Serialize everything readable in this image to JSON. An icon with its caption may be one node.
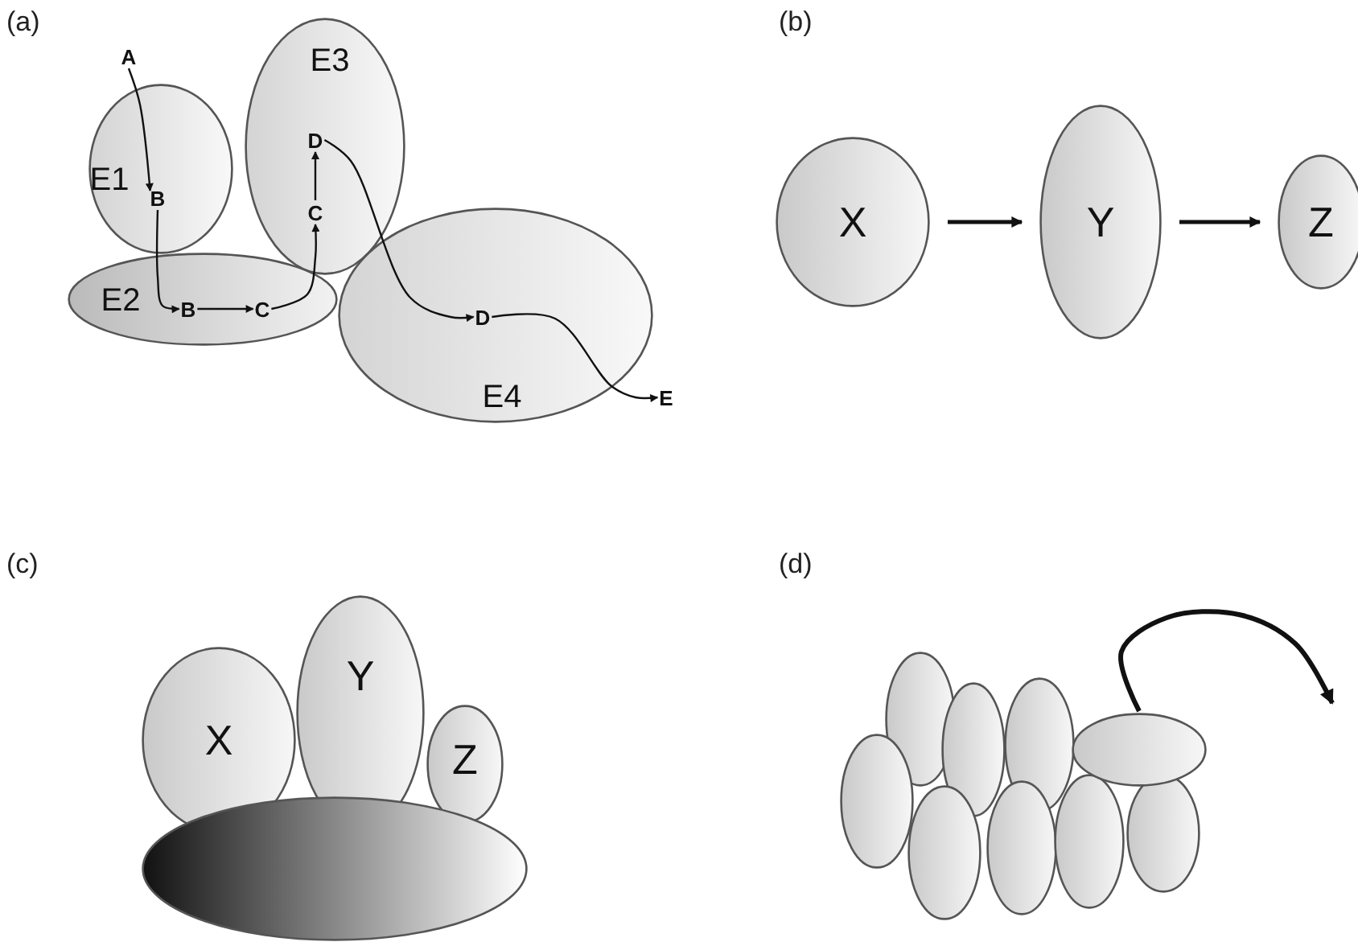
{
  "diagram": {
    "nodes": [
      {
        "text": [
          "A"
        ]
      },
      {
        "text": [
          "E1"
        ]
      },
      {
        "text": [
          "B"
        ],
        "in": 1
      },
      {
        "text": [
          "E2"
        ]
      },
      {
        "text": [
          "B"
        ],
        "in": 3
      },
      {
        "text": [
          "C"
        ],
        "in": 3
      },
      {
        "text": [
          "E3"
        ]
      },
      {
        "text": [
          "C"
        ],
        "in": 6
      },
      {
        "text": [
          "D"
        ],
        "in": 6
      },
      {
        "text": [
          "E4"
        ]
      },
      {
        "text": [
          "D"
        ],
        "in": 9
      },
      {
        "text": [
          "E"
        ]
      },
      {
        "text": [
          "X"
        ]
      },
      {
        "text": [
          "Y"
        ]
      },
      {
        "text": [
          "Z"
        ]
      },
      {
        "text": [
          "X"
        ]
      },
      {
        "text": [
          "Y"
        ]
      },
      {
        "text": [
          "Z"
        ]
      },
      {
        "text": [],
        "shape": "ellipse"
      },
      {
        "text": [],
        "shape": "ellipse"
      },
      {
        "text": [],
        "shape": "ellipse"
      },
      {
        "text": [],
        "shape": "ellipse"
      },
      {
        "text": [],
        "shape": "ellipse"
      },
      {
        "text": [],
        "shape": "ellipse"
      },
      {
        "text": [],
        "shape": "ellipse"
      },
      {
        "text": [],
        "shape": "ellipse"
      },
      {
        "text": [],
        "shape": "ellipse"
      },
      {
        "text": [],
        "shape": "ellipse"
      }
    ],
    "edges": [
      {
        "from": 0,
        "to": 2,
        "arrow": "to"
      },
      {
        "from": 2,
        "to": 4,
        "arrow": "to"
      },
      {
        "from": 4,
        "to": 5,
        "arrow": "to"
      },
      {
        "from": 5,
        "to": 7,
        "arrow": "to"
      },
      {
        "from": 7,
        "to": 8,
        "arrow": "to"
      },
      {
        "from": 8,
        "to": 10,
        "arrow": "to"
      },
      {
        "from": 10,
        "to": 11,
        "arrow": "to"
      },
      {
        "from": 12,
        "to": 13,
        "arrow": "to"
      },
      {
        "from": 13,
        "to": 14,
        "arrow": "to"
      },
      {
        "from": 26,
        "to": null,
        "arrow": "to",
        "style": "thick"
      }
    ],
    "labels": [
      "(a)",
      "(b)",
      "(c)",
      "(d)"
    ]
  }
}
